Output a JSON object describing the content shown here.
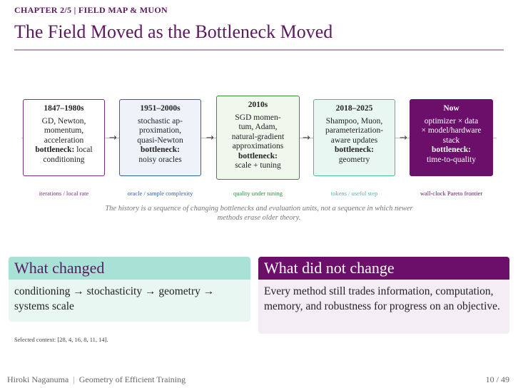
{
  "header": {
    "chapter": "CHAPTER 2/5 | FIELD MAP & MUON",
    "title": "The Field Moved as the Bottleneck Moved"
  },
  "colors": {
    "purple": "#7a2f7f",
    "blue": "#2f5fa8",
    "green": "#3c8a3c",
    "teal": "#49b9a4",
    "dark_purple": "#6b0f6b"
  },
  "timeline": [
    {
      "era": "1847–1980s",
      "lines": [
        "GD, Newton,",
        "momentum,",
        "acceleration"
      ],
      "bottleneck_label": "bottleneck:",
      "bottleneck_value": "local conditioning",
      "metric": "iterations / local rate"
    },
    {
      "era": "1951–2000s",
      "lines": [
        "stochastic ap-",
        "proximation,",
        "quasi-Newton"
      ],
      "bottleneck_label": "bottleneck:",
      "bottleneck_value": "noisy oracles",
      "metric": "oracle / sample complexity"
    },
    {
      "era": "2010s",
      "lines": [
        "SGD momen-",
        "tum, Adam,",
        "natural-gradient",
        "approximations"
      ],
      "bottleneck_label": "bottleneck:",
      "bottleneck_value": "scale + tuning",
      "metric": "quality under tuning"
    },
    {
      "era": "2018–2025",
      "lines": [
        "Shampoo, Muon,",
        "parameterization-",
        "aware updates"
      ],
      "bottleneck_label": "bottleneck:",
      "bottleneck_value": "geometry",
      "metric": "tokens / useful step"
    },
    {
      "era": "Now",
      "lines": [
        "optimizer × data",
        "× model/hardware",
        "stack"
      ],
      "bottleneck_label": "bottleneck:",
      "bottleneck_value": "time-to-quality",
      "metric": "wall-clock Pareto frontier"
    }
  ],
  "caption": "The history is a sequence of changing bottlenecks and evaluation units, not a sequence in which newer methods erase older theory.",
  "changed": {
    "heading": "What changed",
    "body": "conditioning → stochasticity → geometry → systems scale"
  },
  "not_changed": {
    "heading": "What did not change",
    "body": "Every method still trades information, computation, memory, and robustness for progress on an objective."
  },
  "context": "Selected context: [28, 4, 16, 8, 11, 14].",
  "footer": {
    "author": "Hiroki Naganuma",
    "separator": "|",
    "talk": "Geometry of Efficient Training",
    "page": "10 / 49"
  }
}
